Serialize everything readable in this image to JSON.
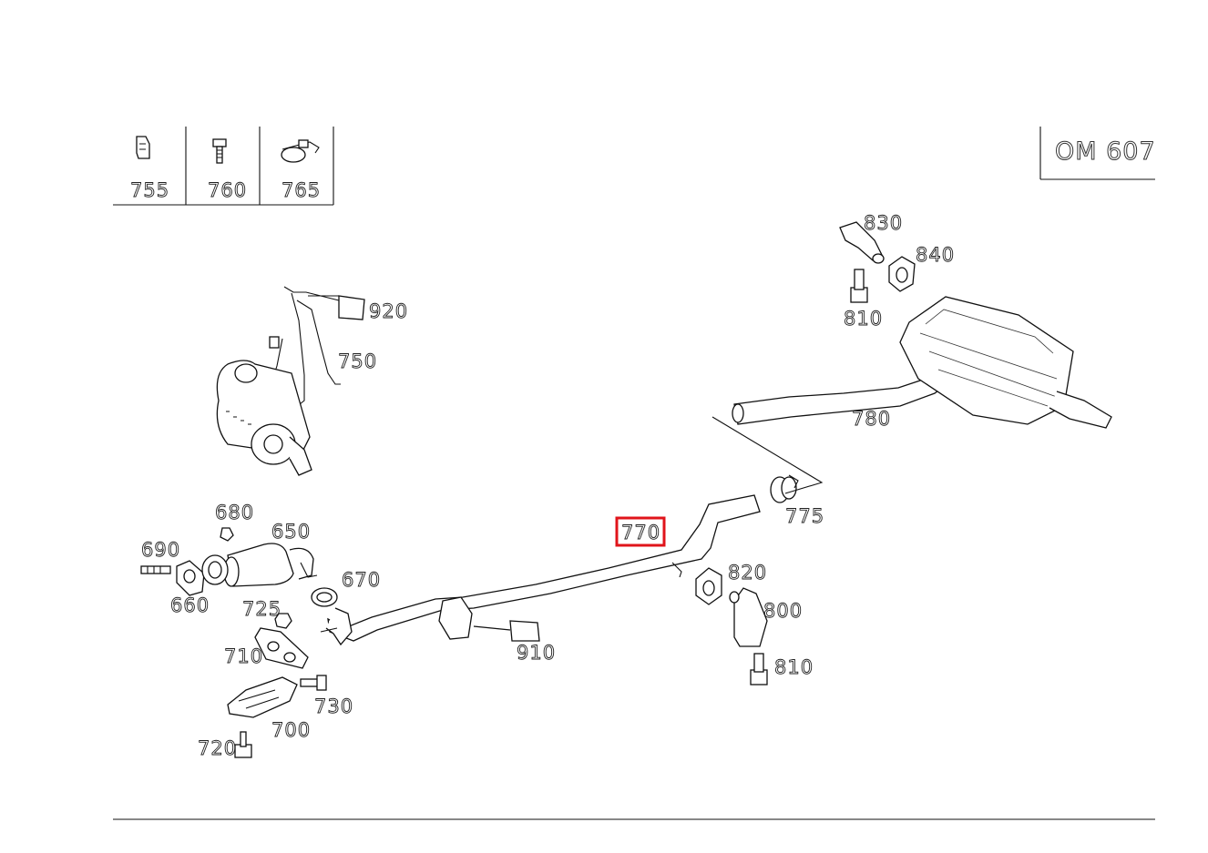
{
  "engine_code": "OM 607",
  "legend": [
    {
      "number": "755",
      "icon": "clip-icon"
    },
    {
      "number": "760",
      "icon": "bolt-icon"
    },
    {
      "number": "765",
      "icon": "pipe-clamp-icon"
    }
  ],
  "highlighted_part": "770",
  "labels": {
    "p920": "920",
    "p750": "750",
    "p830": "830",
    "p840": "840",
    "p810a": "810",
    "p780": "780",
    "p775": "775",
    "p770": "770",
    "p820": "820",
    "p800": "800",
    "p810b": "810",
    "p910": "910",
    "p680": "680",
    "p650": "650",
    "p690": "690",
    "p660": "660",
    "p670": "670",
    "p725": "725",
    "p710": "710",
    "p730": "730",
    "p700": "700",
    "p720": "720"
  },
  "colors": {
    "highlight": "#e0141b",
    "line": "#111111"
  }
}
